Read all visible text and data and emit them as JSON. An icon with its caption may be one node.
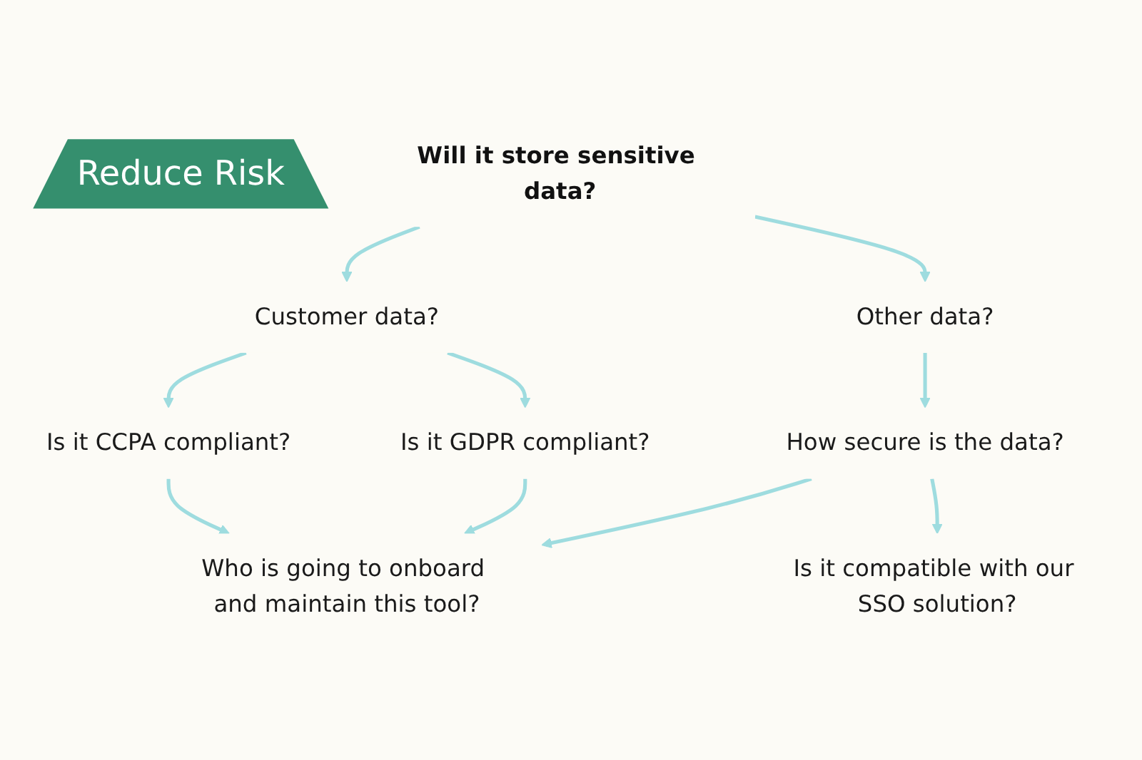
{
  "diagram": {
    "nodes": [
      {
        "text": [
          "Reduce Risk"
        ]
      },
      {
        "text": [
          "Will it store sensitive data?"
        ]
      },
      {
        "text": [
          "Customer data?"
        ]
      },
      {
        "text": [
          "Other data?"
        ]
      },
      {
        "text": [
          "Is it CCPA compliant?"
        ]
      },
      {
        "text": [
          "Is it GDPR compliant?"
        ]
      },
      {
        "text": [
          "How secure is the data?"
        ]
      },
      {
        "text": [
          "Who is going to onboard and maintain this tool?"
        ]
      },
      {
        "text": [
          "Is it compatible with our SSO solution?"
        ]
      }
    ],
    "edges": [
      {
        "from": 1,
        "to": 2,
        "arrow": "to"
      },
      {
        "from": 1,
        "to": 3,
        "arrow": "to"
      },
      {
        "from": 2,
        "to": 4,
        "arrow": "to"
      },
      {
        "from": 2,
        "to": 5,
        "arrow": "to"
      },
      {
        "from": 3,
        "to": 6,
        "arrow": "to"
      },
      {
        "from": 4,
        "to": 7,
        "arrow": "to"
      },
      {
        "from": 5,
        "to": 7,
        "arrow": "to"
      },
      {
        "from": 6,
        "to": 7,
        "arrow": "to"
      },
      {
        "from": 6,
        "to": 8,
        "arrow": "to"
      }
    ]
  }
}
